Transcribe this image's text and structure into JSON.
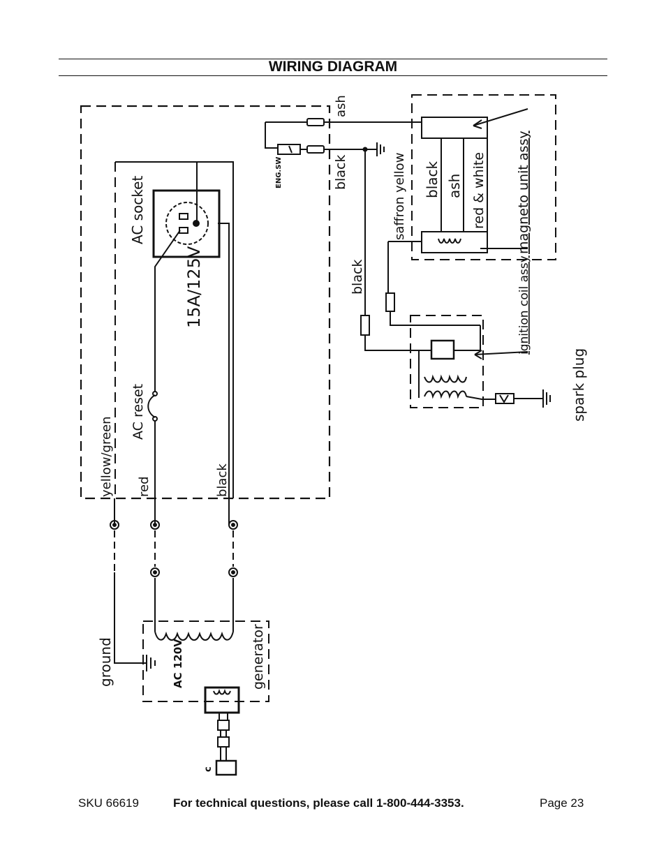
{
  "title": "WIRING DIAGRAM",
  "labels": {
    "ash_top": "ash",
    "black_switch": "black",
    "eng_sw": "ENG.SW",
    "saffron_yellow": "saffron yellow",
    "black_coil": "black",
    "magneto_black": "black",
    "magneto_ash": "ash",
    "magneto_red_white": "red & white",
    "magneto_unit": "magneto unit assy",
    "ac_socket": "AC socket",
    "rating": "15A/125V",
    "ac_reset": "AC reset",
    "yellow_green": "yellow/green",
    "red": "red",
    "black_main": "black",
    "ignition_coil": "ignition coil assy",
    "spark_plug": "spark plug",
    "ground": "ground",
    "ac_120v": "AC 120V",
    "generator": "generator",
    "c": "c"
  },
  "footer": {
    "sku": "SKU 66619",
    "phone": "For technical questions, please call 1-800-444-3353.",
    "page": "Page 23"
  }
}
